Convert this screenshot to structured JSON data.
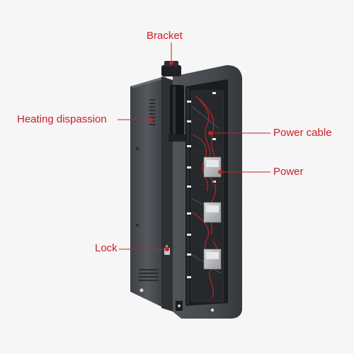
{
  "colors": {
    "label": "#c8202a",
    "leader": "#c8202a",
    "cabinet": "#4a4d52",
    "cabinet_dark": "#2c2e31",
    "panel_inside": "#1b1c1e",
    "wire": "#b3262b",
    "psu": "#b9bcbf"
  },
  "icons": [
    "cabinet-illustration",
    "bracket-icon",
    "lock-icon",
    "vent-icon",
    "power-supply-icon"
  ],
  "labels": {
    "bracket": "Bracket",
    "heating": "Heating dispassion",
    "power_cable": "Power cable",
    "power": "Power",
    "lock": "Lock"
  }
}
